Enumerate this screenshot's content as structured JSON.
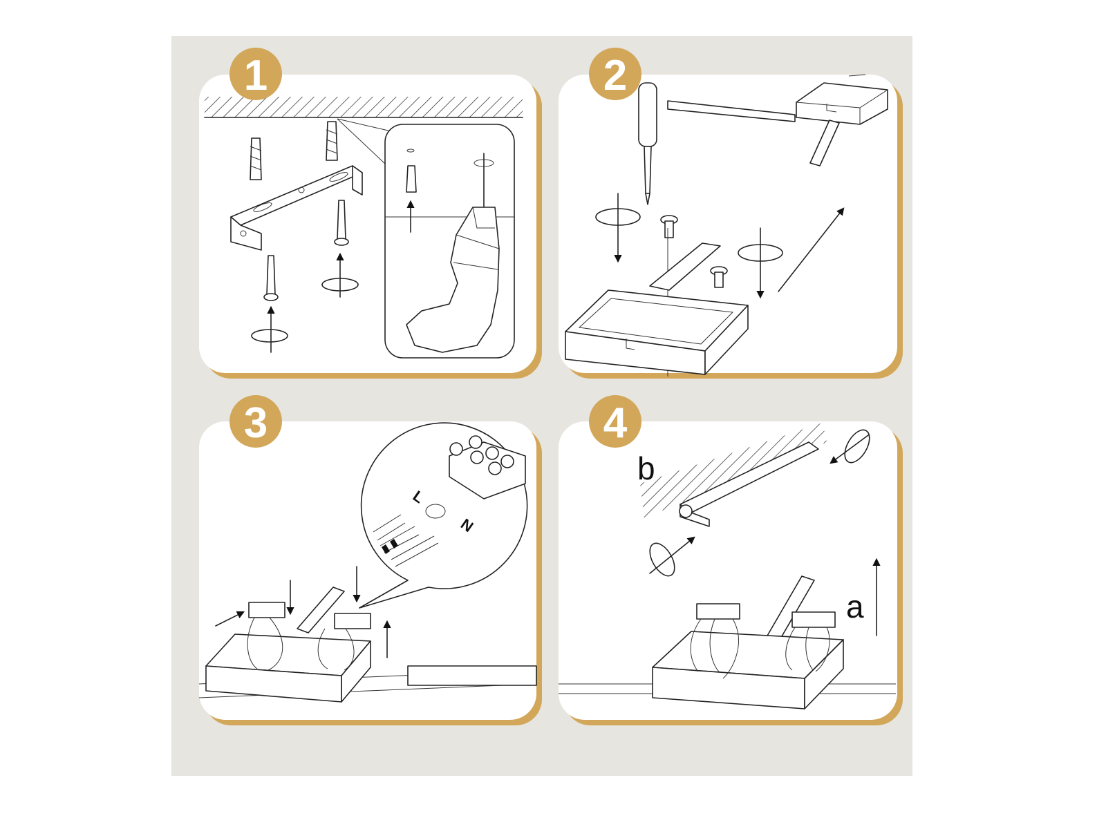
{
  "colors": {
    "background": "#e6e5df",
    "accent": "#d3a75a",
    "panel": "#ffffff",
    "line": "#222222"
  },
  "steps": [
    {
      "number": "1"
    },
    {
      "number": "2"
    },
    {
      "number": "3",
      "wire_labels": {
        "live": "L",
        "neutral": "N"
      }
    },
    {
      "number": "4",
      "labels": {
        "b": "b",
        "a": "a"
      }
    }
  ]
}
